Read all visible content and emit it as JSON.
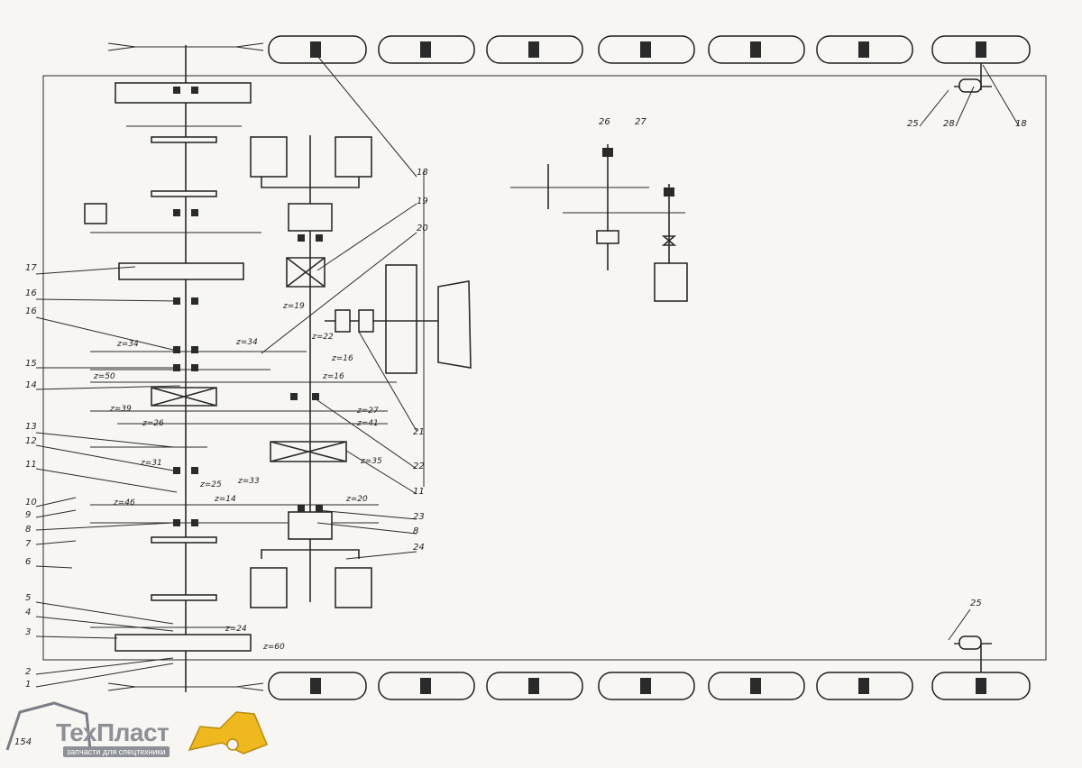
{
  "diagram": {
    "page_number": "154",
    "callouts_left": [
      "17",
      "16",
      "16",
      "15",
      "14",
      "13",
      "12",
      "11",
      "10",
      "9",
      "8",
      "7",
      "6",
      "5",
      "4",
      "3",
      "2",
      "1"
    ],
    "callouts_right": [
      "18",
      "19",
      "20",
      "21",
      "22",
      "11",
      "23",
      "8",
      "24"
    ],
    "callouts_top_right": [
      "25",
      "28",
      "18"
    ],
    "callouts_mid": [
      "26",
      "27"
    ],
    "callout_bottom_right": "25",
    "gear_labels": [
      "z=34",
      "z=34",
      "z=50",
      "z=39",
      "z=26",
      "z=31",
      "z=33",
      "z=25",
      "z=14",
      "z=46",
      "z=24",
      "z=60",
      "z=19",
      "z=22",
      "z=16",
      "z=16",
      "z=27",
      "z=41",
      "z=35",
      "z=20"
    ]
  },
  "logo": {
    "name_part1": "Тех",
    "name_part2": "Пласт",
    "tagline": "запчасти для спецтехники"
  }
}
